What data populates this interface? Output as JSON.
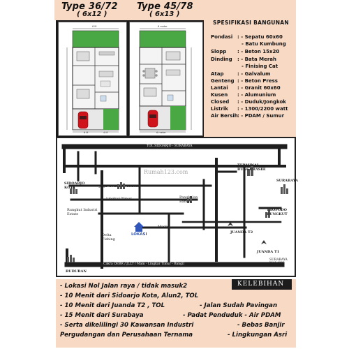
{
  "types": [
    {
      "title": "Type 36/72",
      "size": "( 6x12 )"
    },
    {
      "title": "Type 45/78",
      "size": "( 6x13 )"
    }
  ],
  "plan_labels": {
    "left_top": "6 M",
    "left_bottom_a": "6 M",
    "left_bottom_b": "4 M",
    "right_top": "6 meter",
    "right_bottom": "6 meter"
  },
  "specs": {
    "title": "SPESIFIKASI BANGUNAN",
    "rows": [
      {
        "key": "Pondasi",
        "value": ": - Sepatu 60x60"
      },
      {
        "key": "",
        "value": "- Batu Kumbung"
      },
      {
        "key": "Slopp",
        "value": ": - Beton 15x20"
      },
      {
        "key": "Dinding",
        "value": ": - Bata Merah"
      },
      {
        "key": "",
        "value": "- Finising Cat"
      },
      {
        "key": "Atap",
        "value": ": - Galvalum"
      },
      {
        "key": "Genteng",
        "value": ": - Beton Press"
      },
      {
        "key": "Lantai",
        "value": ": - Granit 60x60"
      },
      {
        "key": "Kusen",
        "value": ": - Alumunium"
      },
      {
        "key": "Closed",
        "value": ": - Duduk/Jongkok"
      },
      {
        "key": "Listrik",
        "value": ": - 1300/2200 watt"
      },
      {
        "key": "Air Bersih",
        "value": ": - PDAM / Sumur"
      }
    ]
  },
  "map": {
    "toll": "TOL SIDOARJO - SURABAYA",
    "terminal": "TERMINAL BUNGURASIH",
    "sidoarjo": "SIDOARJO KOTA",
    "jagir": "Jagir Gondhol / PASAR",
    "surabaya": "SURABAYA",
    "tropodo": "TROPODO BUNGKUT",
    "pangkalan": "Pangkalan Bandal",
    "lingkar": "Lingkar Timur",
    "rungkut": "Rungkut Industri Estate",
    "delta": "Delta Fishing",
    "masjid": "Masjid",
    "lokasi": "LOKASI",
    "juanda_t2": "JUANDA T2",
    "juanda_t1": "JUANDA T1",
    "buduran": "BUDURAN",
    "bottom_road": "Cakra OEBR / JLLT / Mam - Lingkar Timur - Bangil",
    "bottom_right": "SURABAYA MALANG",
    "watermark": "Rumah123.com"
  },
  "kelebihan": {
    "title": "KELEBIHAN",
    "lines": [
      {
        "left": "- Lokasi Nol Jalan raya / tidak masuk2",
        "right": ""
      },
      {
        "left": "- 10 Menit dari Sidoarjo Kota, Alun2, TOL",
        "right": ""
      },
      {
        "left": "- 10 Menit dari Juanda T2 , TOL",
        "right": "- Jalan Sudah Pavingan"
      },
      {
        "left": "- 15 Menit dari Surabaya",
        "right": "- Padat Penduduk  - Air PDAM"
      },
      {
        "left": "- Serta dikelilingi 30 Kawansan Industri",
        "right": "- Bebas Banjir"
      },
      {
        "left": "  Pergudangan dan Perusahaan Ternama",
        "right": "- Lingkungan Asri"
      }
    ]
  },
  "colors": {
    "peach": "#f8d9c4",
    "road": "#1e1e1e",
    "car": "#d0141c",
    "grass": "#3da33a",
    "lokasi": "#2f56b8"
  }
}
